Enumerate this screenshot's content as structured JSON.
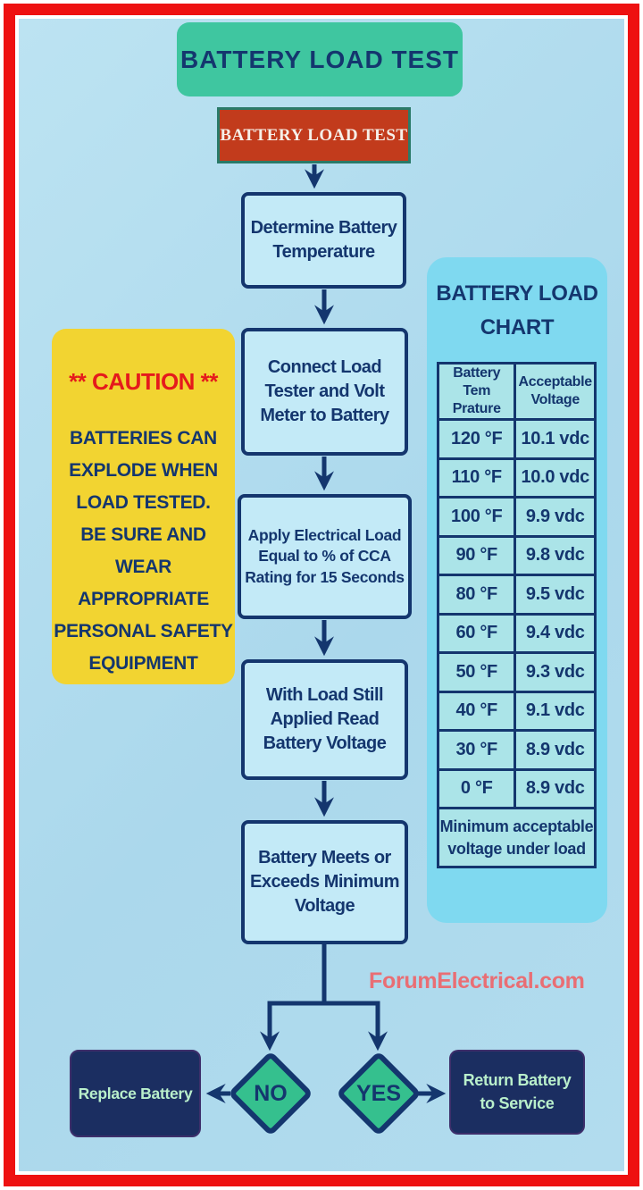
{
  "banner": {
    "title": "BATTERY LOAD TEST"
  },
  "subtitle_box": {
    "label": "BATTERY LOAD TEST"
  },
  "flow": {
    "steps": [
      {
        "label": "Determine Battery\nTemperature"
      },
      {
        "label": "Connect Load\nTester and Volt\nMeter to Battery"
      },
      {
        "label": "Apply Electrical Load\nEqual to % of CCA\nRating for 15 Seconds"
      },
      {
        "label": "With Load Still\nApplied Read\nBattery Voltage"
      },
      {
        "label": "Battery Meets or\nExceeds Minimum\nVoltage"
      }
    ],
    "decisions": {
      "no": "NO",
      "yes": "YES"
    },
    "outcomes": {
      "negative": "Replace Battery",
      "positive": "Return Battery\nto Service"
    }
  },
  "caution": {
    "title": "** CAUTION **",
    "body": "BATTERIES CAN\nEXPLODE WHEN\nLOAD TESTED.\nBE SURE AND\nWEAR APPROPRIATE\nPERSONAL SAFETY\nEQUIPMENT"
  },
  "chart": {
    "title": "BATTERY LOAD\nCHART",
    "table": {
      "headers": [
        "Battery Tem\nPrature",
        "Acceptable\nVoltage"
      ],
      "rows": [
        [
          "120 °F",
          "10.1 vdc"
        ],
        [
          "110 °F",
          "10.0 vdc"
        ],
        [
          "100 °F",
          "9.9 vdc"
        ],
        [
          "90 °F",
          "9.8 vdc"
        ],
        [
          "80 °F",
          "9.5 vdc"
        ],
        [
          "60 °F",
          "9.4 vdc"
        ],
        [
          "50 °F",
          "9.3 vdc"
        ],
        [
          "40 °F",
          "9.1 vdc"
        ],
        [
          "30 °F",
          "8.9 vdc"
        ],
        [
          "0 °F",
          "8.9 vdc"
        ]
      ],
      "footer": "Minimum acceptable\nvoltage under load"
    }
  },
  "watermark": "ForumElectrical.com",
  "colors": {
    "navy": "#14366e",
    "box-fill": "#c3eaf7",
    "banner-green": "#3fc6a0",
    "diamond-green": "#35c08e",
    "caution-yellow": "#f2d431",
    "caution-red": "#e51a1c",
    "chart-panel": "#7fd9f0",
    "chart-cell": "#abe4e8",
    "dark-box": "#1b2e61",
    "mint-text": "#b9efcb",
    "rust-red": "#c23b1c",
    "frame-red": "#ee1111",
    "watermark-pink": "#e96e74"
  }
}
